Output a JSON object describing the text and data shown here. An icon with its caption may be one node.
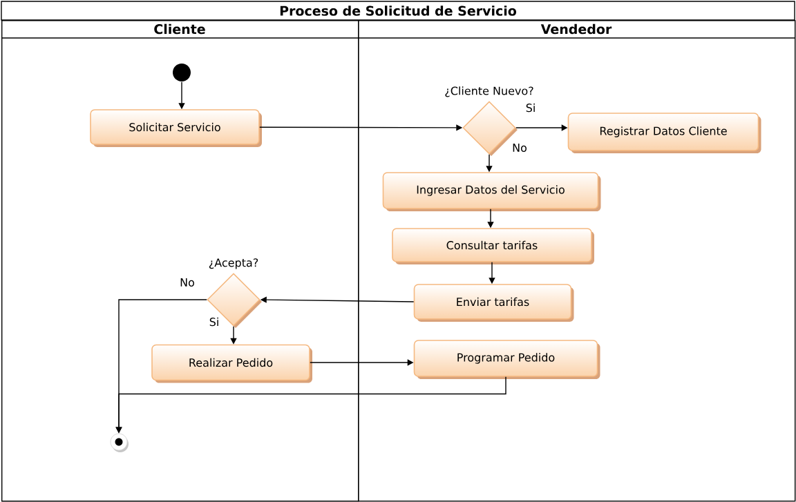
{
  "diagram": {
    "title": "Proceso de Solicitud de Servicio",
    "nodes": [
      {
        "text": [
          "Cliente"
        ]
      },
      {
        "text": [
          "Vendedor"
        ]
      },
      {
        "text": [],
        "shape": "circle",
        "in": 0
      },
      {
        "text": [
          "Solicitar Servicio"
        ],
        "in": 0
      },
      {
        "text": [
          "¿Cliente Nuevo?"
        ],
        "in": 1
      },
      {
        "text": [
          "Registrar Datos Cliente"
        ],
        "in": 1
      },
      {
        "text": [
          "Ingresar Datos del Servicio"
        ],
        "in": 1
      },
      {
        "text": [
          "Consultar tarifas"
        ],
        "in": 1
      },
      {
        "text": [
          "Enviar tarifas"
        ],
        "in": 1
      },
      {
        "text": [
          "¿Acepta?"
        ],
        "in": 0
      },
      {
        "text": [
          "Realizar Pedido"
        ],
        "in": 0
      },
      {
        "text": [
          "Programar Pedido"
        ],
        "in": 1
      },
      {
        "text": [],
        "shape": "circle",
        "in": 0
      }
    ],
    "edges": [
      {
        "from": 2,
        "to": 3,
        "arrow": "to"
      },
      {
        "from": 3,
        "to": 4,
        "arrow": "to"
      },
      {
        "from": 4,
        "to": 5,
        "arrow": "to",
        "label": "Si"
      },
      {
        "from": 4,
        "to": 6,
        "arrow": "to",
        "label": "No"
      },
      {
        "from": 6,
        "to": 7,
        "arrow": "to"
      },
      {
        "from": 7,
        "to": 8,
        "arrow": "to"
      },
      {
        "from": 8,
        "to": 9,
        "arrow": "to"
      },
      {
        "from": 9,
        "to": 12,
        "arrow": "to",
        "label": "No"
      },
      {
        "from": 9,
        "to": 10,
        "arrow": "to",
        "label": "Si"
      },
      {
        "from": 10,
        "to": 11,
        "arrow": "to"
      },
      {
        "from": 11,
        "to": 12,
        "arrow": "to"
      }
    ]
  }
}
